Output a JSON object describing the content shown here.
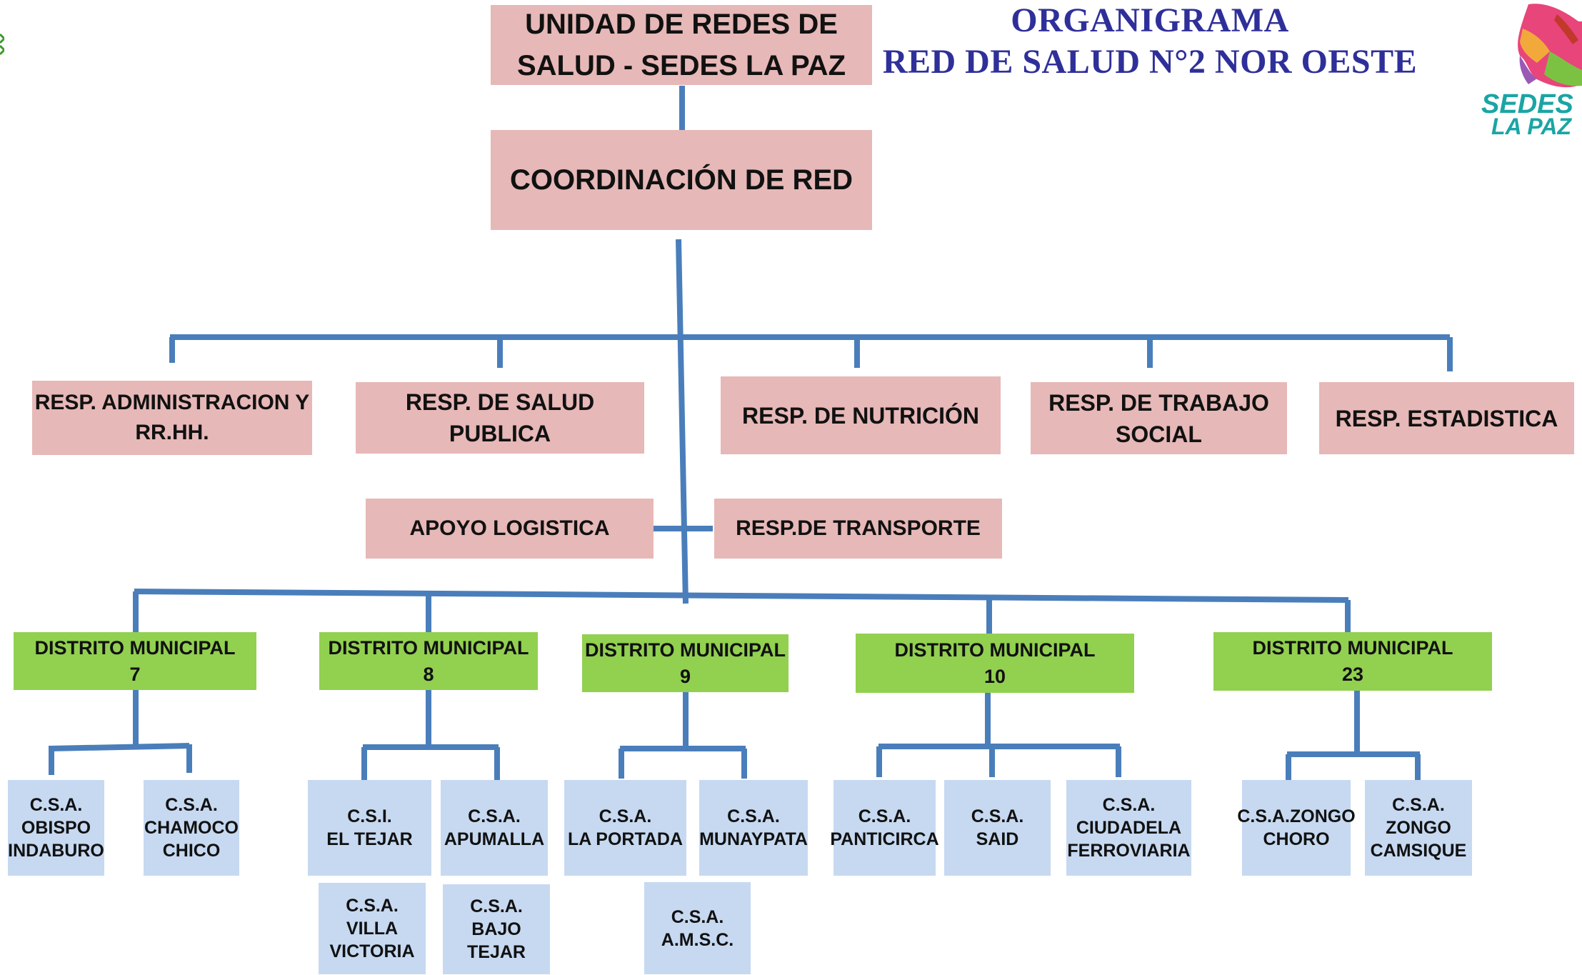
{
  "title": "ORGANIGRAMA\nRED DE SALUD N°2 NOR OESTE",
  "logo": {
    "text_line1": "SEDES",
    "text_line2": "LA PAZ",
    "colors": [
      "#e8457a",
      "#f2a93b",
      "#7cc242",
      "#9b59b6",
      "#1aa5a5"
    ]
  },
  "colors": {
    "connector": "#4a7ebb",
    "pink_box": "#e6b8b7",
    "green_box": "#92d050",
    "blue_box": "#c6d9f1",
    "title": "#2f2f9a"
  },
  "top_unit": "UNIDAD DE REDES DE\nSALUD - SEDES LA PAZ",
  "coordination": "COORDINACIÓN DE RED",
  "responsibles": [
    "RESP. ADMINISTRACION Y\nRR.HH.",
    "RESP. DE SALUD PUBLICA",
    "RESP. DE NUTRICIÓN",
    "RESP. DE TRABAJO\nSOCIAL",
    "RESP. ESTADISTICA"
  ],
  "support": {
    "logistics": "APOYO LOGISTICA",
    "transport": "RESP.DE TRANSPORTE"
  },
  "districts": [
    {
      "label": "DISTRITO MUNICIPAL\n7",
      "centers": [
        "C.S.A.\nOBISPO\nINDABURO",
        "C.S.A.\nCHAMOCO\nCHICO"
      ]
    },
    {
      "label": "DISTRITO MUNICIPAL\n8",
      "centers": [
        "C.S.I.\nEL TEJAR",
        "C.S.A.\nAPUMALLA",
        "C.S.A.\nVILLA\nVICTORIA",
        "C.S.A.\nBAJO TEJAR"
      ]
    },
    {
      "label": "DISTRITO MUNICIPAL\n9",
      "centers": [
        "C.S.A.\nLA PORTADA",
        "C.S.A.\nMUNAYPATA",
        "C.S.A.\nA.M.S.C."
      ]
    },
    {
      "label": "DISTRITO MUNICIPAL\n10",
      "centers": [
        "C.S.A.\nPANTICIRCA",
        "C.S.A.\nSAID",
        "C.S.A.\nCIUDADELA\nFERROVIARIA"
      ]
    },
    {
      "label": "DISTRITO MUNICIPAL\n23",
      "centers": [
        "C.S.A.ZONGO\nCHORO",
        "C.S.A.\nZONGO\nCAMSIQUE"
      ]
    }
  ]
}
